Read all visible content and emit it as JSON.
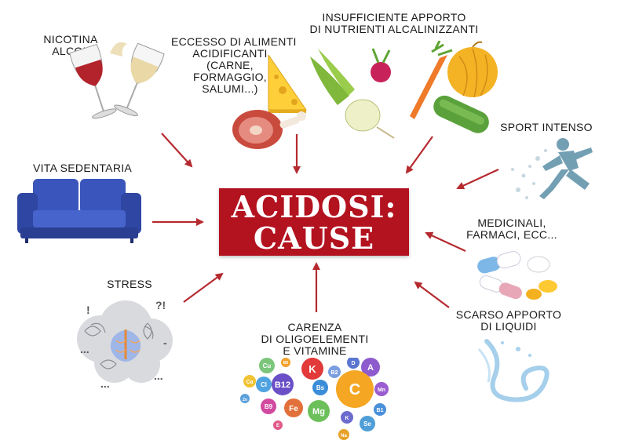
{
  "title": {
    "line1": "ACIDOSI:",
    "line2": "CAUSE"
  },
  "causes": {
    "nicotina": [
      "NICOTINA",
      "ALCOL"
    ],
    "eccesso": [
      "ECCESSO DI ALIMENTI",
      "ACIDIFICANTI",
      "(CARNE,",
      "FORMAGGIO,",
      "SALUMI...)"
    ],
    "nutrienti": [
      "INSUFFICIENTE APPORTO",
      "DI NUTRIENTI ALCALINIZZANTI"
    ],
    "sport": "SPORT INTENSO",
    "sedentaria": "VITA SEDENTARIA",
    "medicinali": [
      "MEDICINALI,",
      "FARMACI, ECC..."
    ],
    "liquidi": [
      "SCARSO APPORTO",
      "DI LIQUIDI"
    ],
    "stress": "STRESS",
    "carenza": [
      "CARENZA",
      "DI OLIGOELEMENTI",
      "E VITAMINE"
    ]
  },
  "vitamins": [
    "Cu",
    "B6",
    "K",
    "B2",
    "D",
    "A",
    "Ca",
    "Cl",
    "B12",
    "Bs",
    "C",
    "Mn",
    "Zn",
    "B9",
    "Fe",
    "Mg",
    "B1",
    "E",
    "K",
    "Se",
    "Na"
  ],
  "colors": {
    "accent_red": "#b3121f",
    "arrow_red": "#b52a2f",
    "sofa_blue": "#3550b5",
    "text": "#1a1a1a"
  },
  "icons": [
    "wine-glasses-icon",
    "cheese-ham-icon",
    "vegetables-icon",
    "runner-icon",
    "sofa-icon",
    "pills-icon",
    "water-splash-icon",
    "brain-icon",
    "vitamin-bubbles-icon"
  ]
}
